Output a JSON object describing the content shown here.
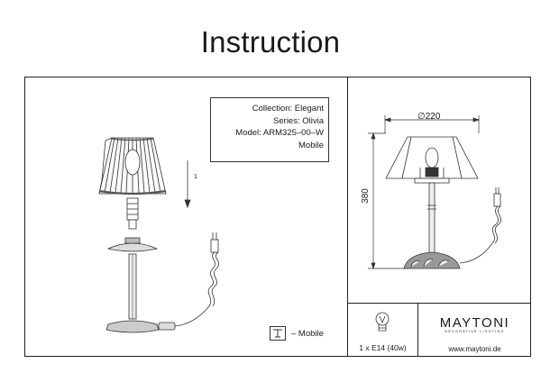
{
  "header": {
    "title": "Instruction"
  },
  "info": {
    "collection": "Collection: Elegant",
    "series": "Series: Olivia",
    "model": "Model: ARM325–00–W",
    "type": "Mobile"
  },
  "legend": {
    "label": "– Mobile"
  },
  "drawing": {
    "assembly_step": "1",
    "diameter": "∅220",
    "height": "380"
  },
  "bulb": {
    "spec": "1 x E14 (40w)"
  },
  "brand": {
    "name": "MAYTONI",
    "tagline": "DECORATIVE LIGHTING",
    "url": "www.maytoni.de"
  }
}
